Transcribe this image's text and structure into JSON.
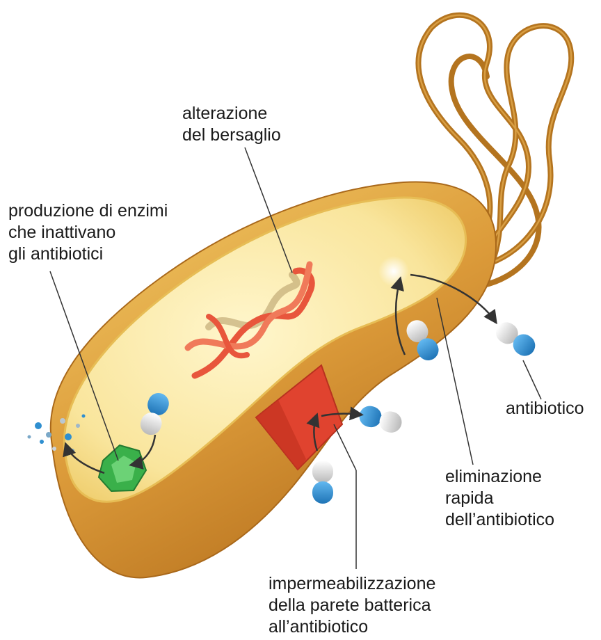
{
  "labels": {
    "target_alteration": [
      "alterazione",
      "del bersaglio"
    ],
    "enzyme_production": [
      "produzione di enzimi",
      "che inattivano",
      "gli antibiotici"
    ],
    "antibiotic": "antibiotico",
    "rapid_elimination": [
      "eliminazione",
      "rapida",
      "dell’antibiotico"
    ],
    "wall_impermeability": [
      "impermeabilizzazione",
      "della parete batterica",
      "all’antibiotico"
    ]
  },
  "colors": {
    "outer_membrane": "#d99a36",
    "cytoplasm": "#fbe9a6",
    "flagellum": "#b4741f",
    "dna": "#e8563c",
    "wall_patch": "#e0432f",
    "enzyme": "#3ab04a",
    "capsule_blue": "#2f8fd0",
    "capsule_white": "#e4e4e4"
  }
}
